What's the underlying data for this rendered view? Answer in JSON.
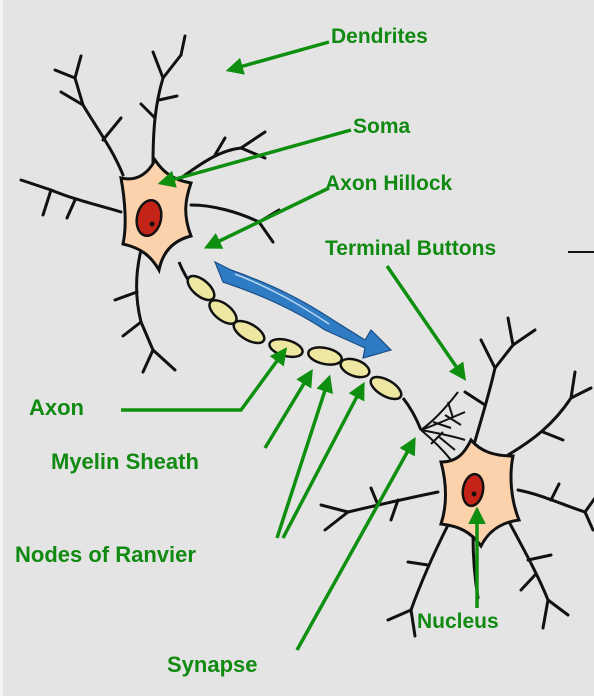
{
  "diagram": {
    "labels": {
      "dendrites": "Dendrites",
      "soma": "Soma",
      "axon_hillock": "Axon Hillock",
      "terminal_buttons": "Terminal Buttons",
      "axon": "Axon",
      "myelin_sheath": "Myelin Sheath",
      "nodes_of_ranvier": "Nodes of Ranvier",
      "synapse": "Synapse",
      "nucleus": "Nucleus"
    },
    "colors": {
      "label_green": "#118a11",
      "arrow_green": "#0f8f0f",
      "soma_fill": "#fbd2ac",
      "nucleus_fill": "#c42418",
      "myelin_fill": "#ede7a2",
      "signal_arrow": "#2f7cc4",
      "background": "#e4e4e4"
    }
  }
}
